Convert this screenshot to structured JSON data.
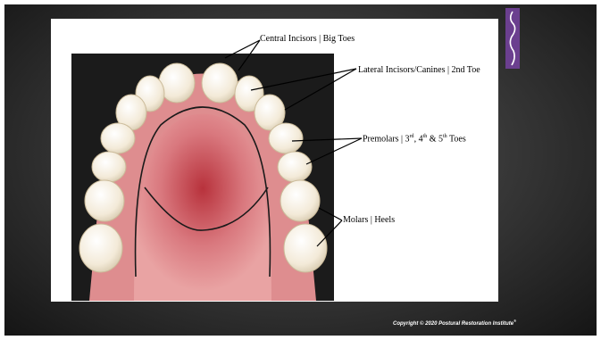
{
  "labels": {
    "central_incisors": "Central Incisors | Big Toes",
    "lateral_incisors": "Lateral Incisors/Canines | 2nd Toe",
    "premolars_text": "Premolars | 3",
    "premolars_rd": "rd",
    "premolars_mid1": ", 4",
    "premolars_th1": "th",
    "premolars_mid2": " & 5",
    "premolars_th2": "th",
    "premolars_end": " Toes",
    "molars": "Molars | Heels"
  },
  "footer": {
    "copyright": "Copyright © 2020 Postural Restoration Institute",
    "registered": "®"
  },
  "colors": {
    "background_dark": "#2a2a2a",
    "logo_purple": "#6b3f8f",
    "gum_pink": "#d9787e",
    "tooth_ivory": "#f3ead8"
  }
}
